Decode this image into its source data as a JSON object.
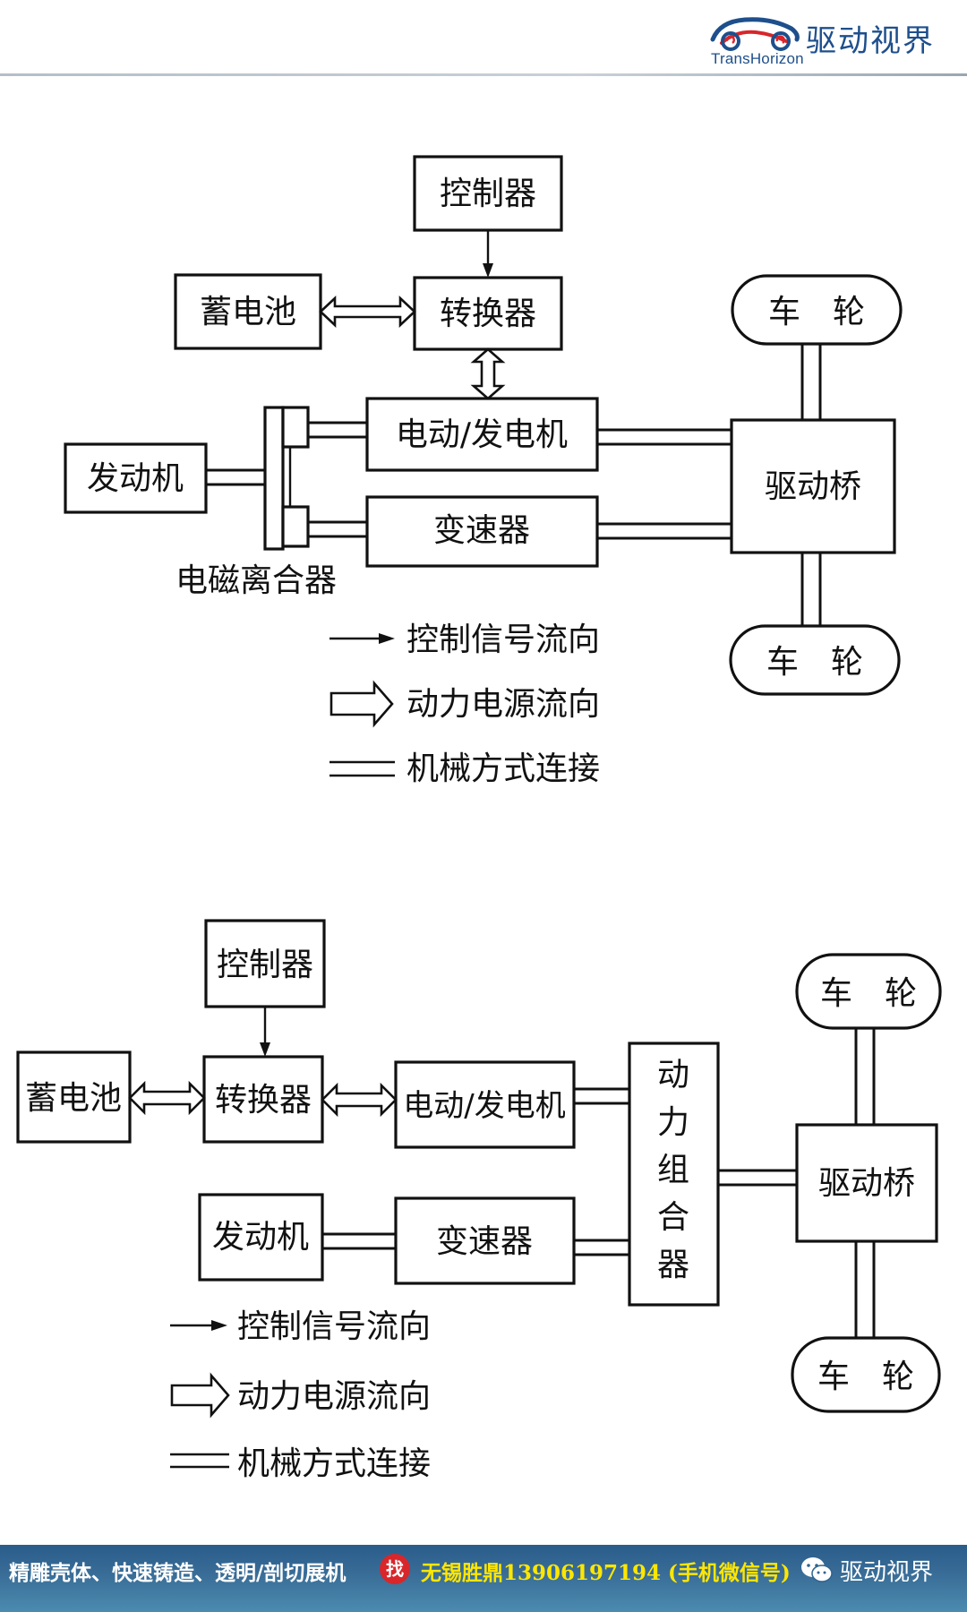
{
  "header": {
    "brand_en": "TransHorizon",
    "brand_cn": "驱动视界",
    "brand_color": "#1e4f8c"
  },
  "diagram1": {
    "controller": "控制器",
    "battery": "蓄电池",
    "converter": "转换器",
    "motor_generator": "电动/发电机",
    "engine": "发动机",
    "transmission": "变速器",
    "clutch": "电磁离合器",
    "drive_axle": "驱动桥",
    "wheel_top": "车　轮",
    "wheel_bottom": "车　轮",
    "legend": {
      "control_signal": "控制信号流向",
      "power_flow": "动力电源流向",
      "mechanical": "机械方式连接"
    }
  },
  "diagram2": {
    "controller": "控制器",
    "battery": "蓄电池",
    "converter": "转换器",
    "motor_generator": "电动/发电机",
    "engine": "发动机",
    "transmission": "变速器",
    "power_combiner": [
      "动",
      "力",
      "组",
      "合",
      "器"
    ],
    "drive_axle": "驱动桥",
    "wheel_top": "车　轮",
    "wheel_bottom": "车　轮",
    "legend": {
      "control_signal": "控制信号流向",
      "power_flow": "动力电源流向",
      "mechanical": "机械方式连接"
    }
  },
  "footer": {
    "tagline": "精雕壳体、快速铸造、透明/剖切展机",
    "find_badge": "找",
    "contact": "无锡胜鼎13906197194 (手机微信号)",
    "wechat_name": "驱动视界",
    "icons": [
      "wechat-icon"
    ],
    "colors": {
      "bar": "#2f6490",
      "contact": "#ffe600",
      "badge": "#d8262b"
    }
  }
}
